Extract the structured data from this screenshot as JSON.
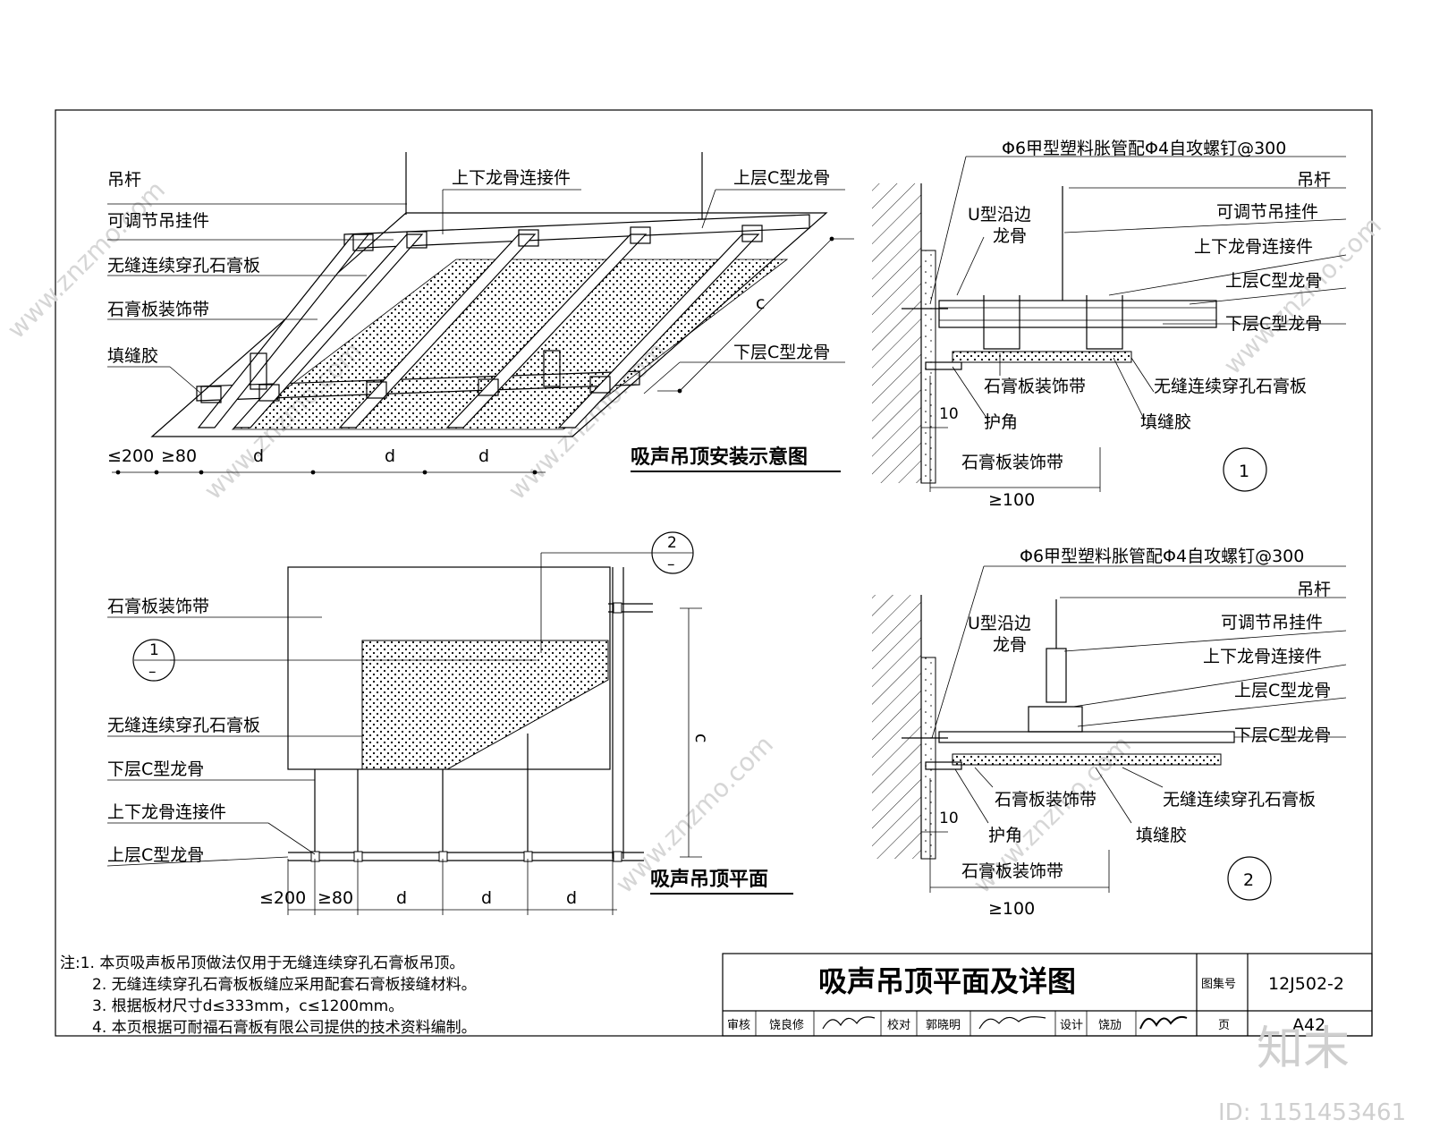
{
  "iso": {
    "labels": [
      "吊杆",
      "可调节吊挂件",
      "无缝连续穿孔石膏板",
      "石膏板装饰带",
      "填缝胶"
    ],
    "top1": "上下龙骨连接件",
    "top2": "上层C型龙骨",
    "lower": "下层C型龙骨",
    "c": "c",
    "dims": [
      "≤200",
      "≥80",
      "d",
      "d",
      "d"
    ],
    "title": "吸声吊顶安装示意图"
  },
  "detail1": {
    "screw": "Φ6甲型塑料胀管配Φ4自攻螺钉@300",
    "u_channel": [
      "U型沿边",
      "龙骨"
    ],
    "right_labels": [
      "吊杆",
      "可调节吊挂件",
      "上下龙骨连接件",
      "上层C型龙骨",
      "下层C型龙骨"
    ],
    "bottom_labels": [
      "石膏板装饰带",
      "无缝连续穿孔石膏板",
      "护角",
      "填缝胶"
    ],
    "gap": "10",
    "band": "石膏板装饰带",
    "min": "≥100",
    "num": "1"
  },
  "detail2": {
    "screw": "Φ6甲型塑料胀管配Φ4自攻螺钉@300",
    "u_channel": [
      "U型沿边",
      "龙骨"
    ],
    "right_labels": [
      "吊杆",
      "可调节吊挂件",
      "上下龙骨连接件",
      "上层C型龙骨",
      "下层C型龙骨"
    ],
    "bottom_labels": [
      "石膏板装饰带",
      "无缝连续穿孔石膏板",
      "护角",
      "填缝胶"
    ],
    "gap": "10",
    "band": "石膏板装饰带",
    "min": "≥100",
    "num": "2"
  },
  "plan": {
    "labels": [
      "石膏板装饰带",
      "无缝连续穿孔石膏板",
      "下层C型龙骨",
      "上下龙骨连接件",
      "上层C型龙骨"
    ],
    "ref1_top": "1",
    "ref1_bot": "–",
    "ref2_top": "2",
    "ref2_bot": "–",
    "c": "c",
    "dims": [
      "≤200",
      "≥80",
      "d",
      "d",
      "d"
    ],
    "title": "吸声吊顶平面"
  },
  "notes": [
    "注:1. 本页吸声板吊顶做法仅用于无缝连续穿孔石膏板吊顶。",
    "2. 无缝连续穿孔石膏板板缝应采用配套石膏板接缝材料。",
    "3. 根据板材尺寸d≤333mm，c≤1200mm。",
    "4. 本页根据可耐福石膏板有限公司提供的技术资料编制。"
  ],
  "titleblock": {
    "title": "吸声吊顶平面及详图",
    "atlas_label": "图集号",
    "atlas_no": "12J502-2",
    "row": [
      "审核",
      "饶良修",
      "校对",
      "郭晓明",
      "设计",
      "饶劢"
    ],
    "page_label": "页",
    "page_no": "A42"
  },
  "watermark": {
    "brand": "知末",
    "id": "ID: 1151453461",
    "site": "www.znzmo.com"
  }
}
